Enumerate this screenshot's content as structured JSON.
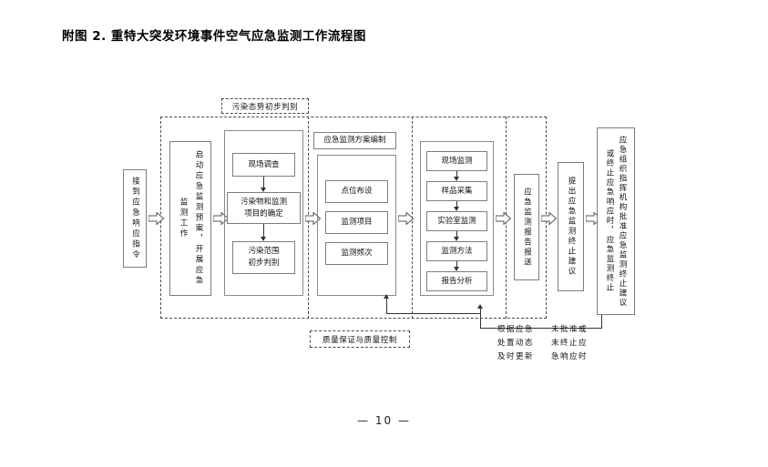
{
  "document": {
    "title": "附图 2.  重特大突发环境事件空气应急监测工作流程图",
    "page_number": "— 10 —"
  },
  "flowchart": {
    "type": "flowchart",
    "orientation": "left-to-right",
    "stage_label_top": "污染态势初步判别",
    "stage_label_bottom": "质量保证与质量控制",
    "plan_header": "应急监测方案编制",
    "nodes": {
      "start": "接到应急响应指令",
      "activate": "启动应急监测预案，开展应急监测工作",
      "survey": "现场调查",
      "pollutant_items": "污染物和监测\n项目的确定",
      "scope": "污染范围\n初步判别",
      "site_layout": "点位布设",
      "monitor_items": "监测项目",
      "monitor_freq": "监测频次",
      "field_monitor": "现场监测",
      "sampling": "样品采集",
      "lab_monitor": "实验室监测",
      "method": "监测方法",
      "report_analysis": "报告分析",
      "report_submit": "应急监测报告报送",
      "propose_end": "提出应急监测终止建议",
      "approve_end": "应急组织指挥机构批准应急监测终止建议或终止应急响应时，应急监测终止"
    },
    "annotations": [
      "根据应急\n处置动态\n及时更新",
      "未批准或\n未终止应\n急响应时"
    ]
  }
}
